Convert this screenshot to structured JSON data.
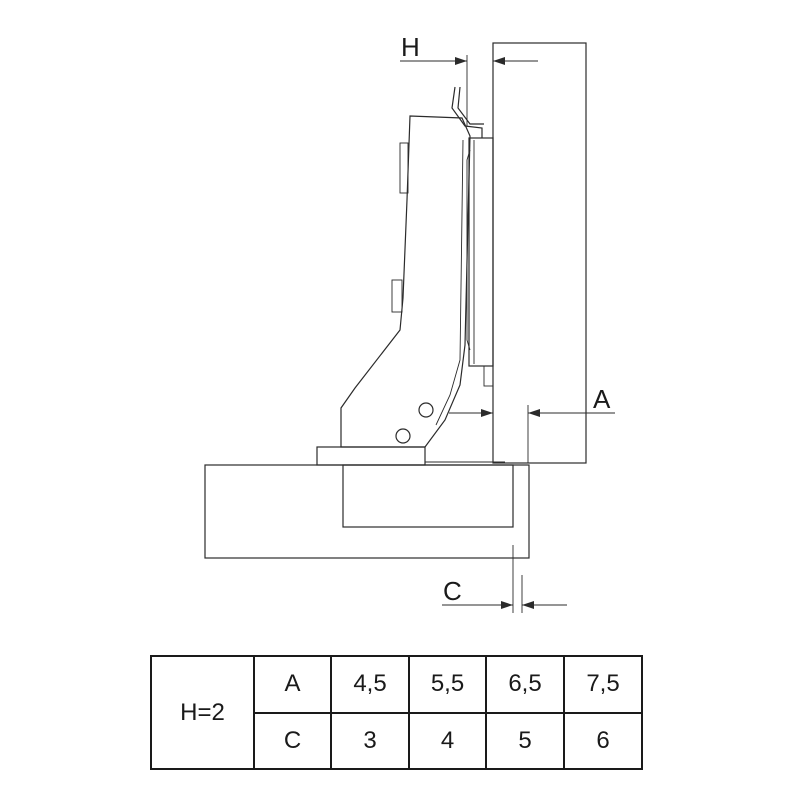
{
  "labels": {
    "h": "H",
    "a": "A",
    "c": "C"
  },
  "table": {
    "group": "H=2",
    "rows": [
      {
        "key": "A",
        "values": [
          "4,5",
          "5,5",
          "6,5",
          "7,5"
        ]
      },
      {
        "key": "C",
        "values": [
          "3",
          "4",
          "5",
          "6"
        ]
      }
    ]
  }
}
